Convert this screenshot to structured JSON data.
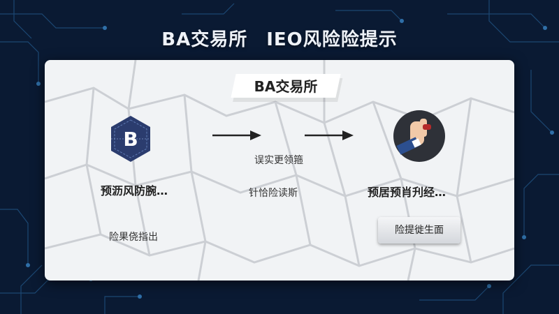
{
  "page": {
    "title": "BA交易所　IEO风险险提示"
  },
  "card": {
    "banner": "BA交易所",
    "logo_letter": "B",
    "step1_label": "预沥风防腕…",
    "exit_label": "险果侥指出",
    "middle_top": "误实更领箍",
    "middle_bottom": "针恰险读斯",
    "step3_label": "预居预肖刋经…",
    "action_button": "险提徙生面"
  },
  "icons": {
    "logo": "hexagon-b-logo-icon",
    "arrow": "arrow-right-icon",
    "hand": "hand-stop-icon"
  },
  "colors": {
    "background": "#0a1a33",
    "circuit": "#1e4d7a",
    "card": "#f1f3f5",
    "hex_fill": "#2b3c6e"
  }
}
